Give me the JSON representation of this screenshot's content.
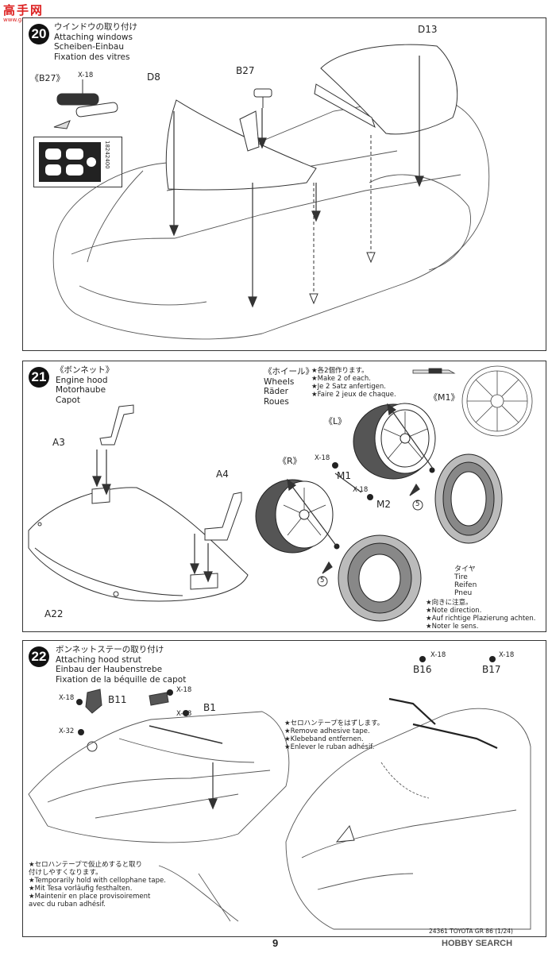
{
  "watermark_top": "高手网",
  "watermark_top_url": "www.gaoshou.net",
  "step20": {
    "number": "20",
    "title_jp": "ウインドウの取り付け",
    "title_en": "Attaching windows",
    "title_de": "Scheiben-Einbau",
    "title_fr": "Fixation des vitres",
    "parts": {
      "b27_bracket": "《B27》",
      "x18": "X-18",
      "d8": "D8",
      "b27": "B27",
      "d13": "D13"
    },
    "decal_number": "18242400"
  },
  "step21": {
    "number": "21",
    "title_jp": "《ボンネット》",
    "title_en": "Engine hood",
    "title_de": "Motorhaube",
    "title_fr": "Capot",
    "parts": {
      "a3": "A3",
      "a4": "A4",
      "a22": "A22"
    },
    "wheels_jp": "《ホイール》",
    "wheels_en": "Wheels",
    "wheels_de": "Räder",
    "wheels_fr": "Roues",
    "make_note": [
      "★各2個作ります。",
      "★Make 2 of each.",
      "★Je 2 Satz anfertigen.",
      "★Faire 2 jeux de chaque."
    ],
    "wheel_labels": {
      "l": "《L》",
      "r": "《R》",
      "m1_bracket": "《M1》",
      "m1": "M1",
      "m2": "M2",
      "x18a": "X-18",
      "x18b": "X-18",
      "five_a": "5",
      "five_b": "5"
    },
    "tire_label": [
      "タイヤ",
      "Tire",
      "Reifen",
      "Pneu"
    ],
    "direction_note": [
      "★向きに注意。",
      "★Note direction.",
      "★Auf richtige Plazierung achten.",
      "★Noter le sens."
    ]
  },
  "step22": {
    "number": "22",
    "title_jp": "ボンネットステーの取り付け",
    "title_en": "Attaching hood strut",
    "title_de": "Einbau der Haubenstrebe",
    "title_fr": "Fixation de la béquille de capot",
    "parts": {
      "x18a": "X-18",
      "x18b": "X-18",
      "x18c": "X-18",
      "x32": "X-32",
      "b11": "B11",
      "b1": "B1",
      "eighteen": "18",
      "x18d": "X-18",
      "x18e": "X-18",
      "b16": "B16",
      "b17": "B17"
    },
    "tape_note": [
      "★セロハンテープをはずします。",
      "★Remove adhesive tape.",
      "★Klebeband entfernen.",
      "★Enlever le ruban adhésif."
    ],
    "hold_note": [
      "★セロハンテープで仮止めすると取り",
      "付けしやすくなります。",
      "★Temporarily hold with cellophane tape.",
      "★Mit Tesa vorläufig festhalten.",
      "★Maintenir en place provisoirement",
      "avec du ruban adhésif."
    ]
  },
  "footer": {
    "page": "9",
    "code": "24361  TOYOTA GR 86 (1/24)",
    "logo": "HOBBY SEARCH"
  }
}
